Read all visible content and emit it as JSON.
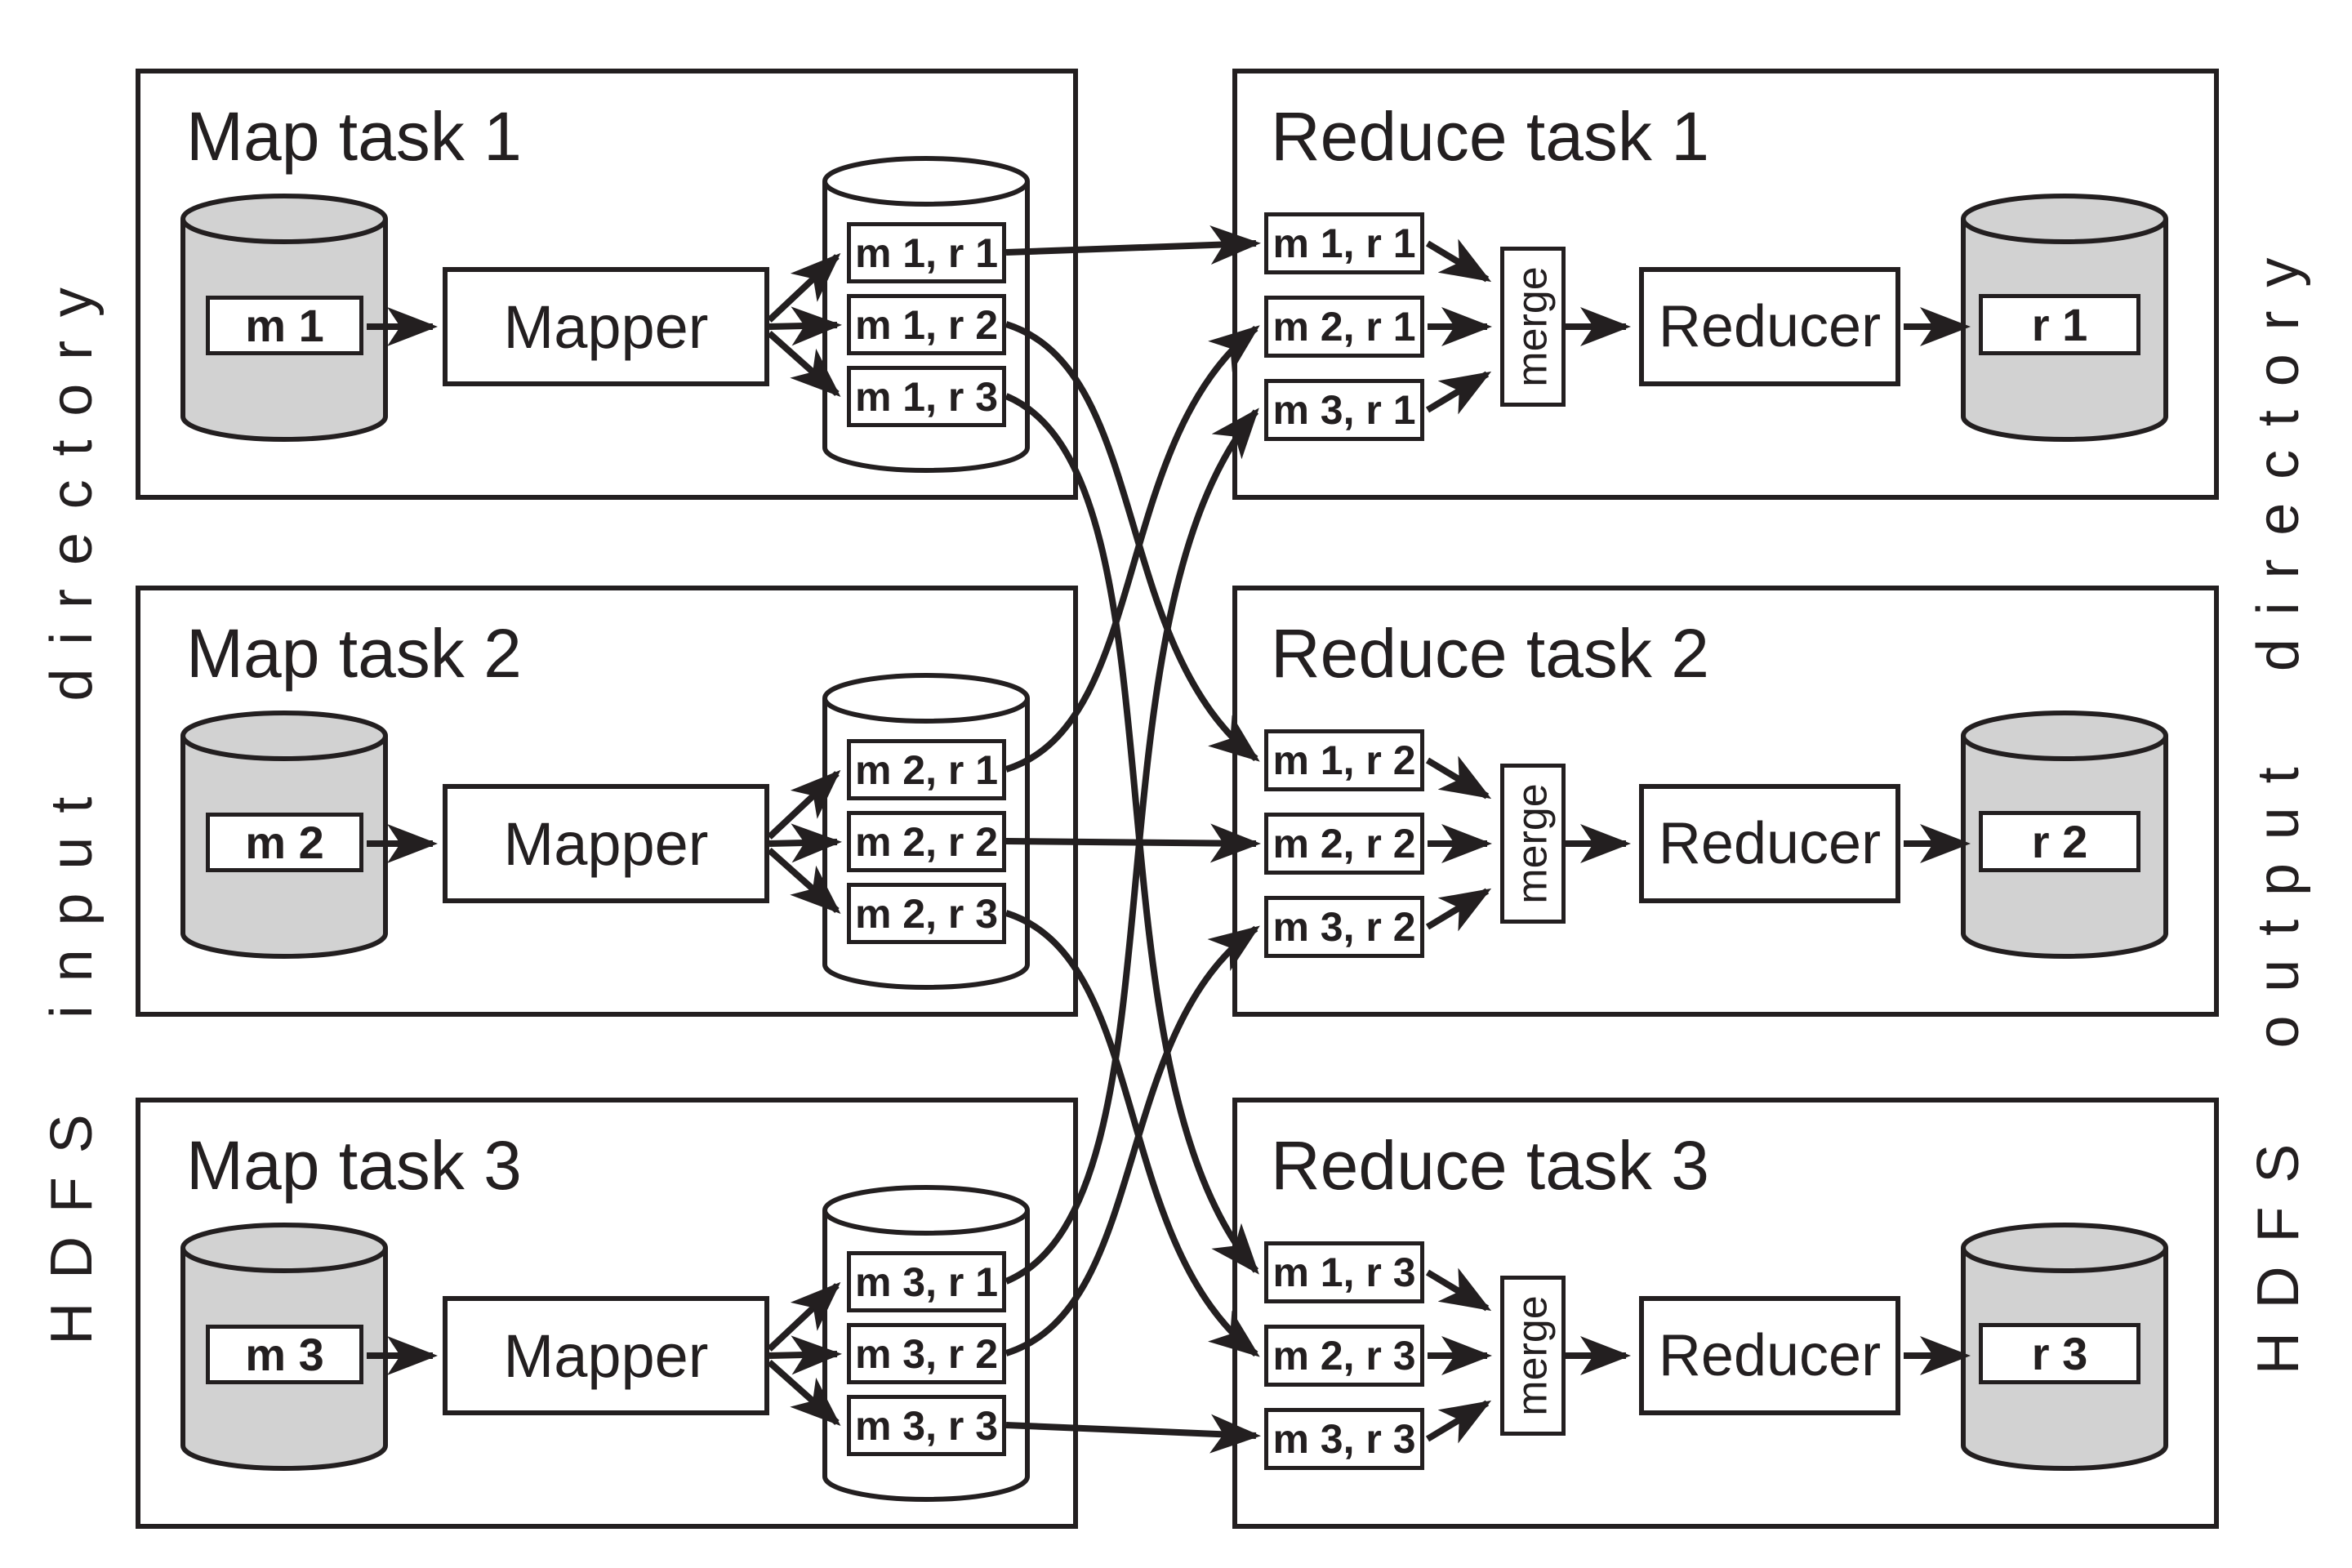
{
  "figure": {
    "left_vertical_label": "HDFS input directory",
    "right_vertical_label": "HDFS output directory"
  },
  "labels": {
    "mapper": "Mapper",
    "reducer": "Reducer",
    "merge": "merge"
  },
  "map_tasks": [
    {
      "title": "Map task 1",
      "input_file": "m 1",
      "spills": [
        "m 1, r 1",
        "m 1, r 2",
        "m 1, r 3"
      ]
    },
    {
      "title": "Map task 2",
      "input_file": "m 2",
      "spills": [
        "m 2, r 1",
        "m 2, r 2",
        "m 2, r 3"
      ]
    },
    {
      "title": "Map task 3",
      "input_file": "m 3",
      "spills": [
        "m 3, r 1",
        "m 3, r 2",
        "m 3, r 3"
      ]
    }
  ],
  "reduce_tasks": [
    {
      "title": "Reduce task 1",
      "inputs": [
        "m 1, r 1",
        "m 2, r 1",
        "m 3, r 1"
      ],
      "output_file": "r 1"
    },
    {
      "title": "Reduce task 2",
      "inputs": [
        "m 1, r 2",
        "m 2, r 2",
        "m 3, r 2"
      ],
      "output_file": "r 2"
    },
    {
      "title": "Reduce task 3",
      "inputs": [
        "m 1, r 3",
        "m 2, r 3",
        "m 3, r 3"
      ],
      "output_file": "r 3"
    }
  ],
  "colors": {
    "ink": "#231f20",
    "cylinder_fill": "#d2d2d2",
    "background": "#ffffff"
  }
}
